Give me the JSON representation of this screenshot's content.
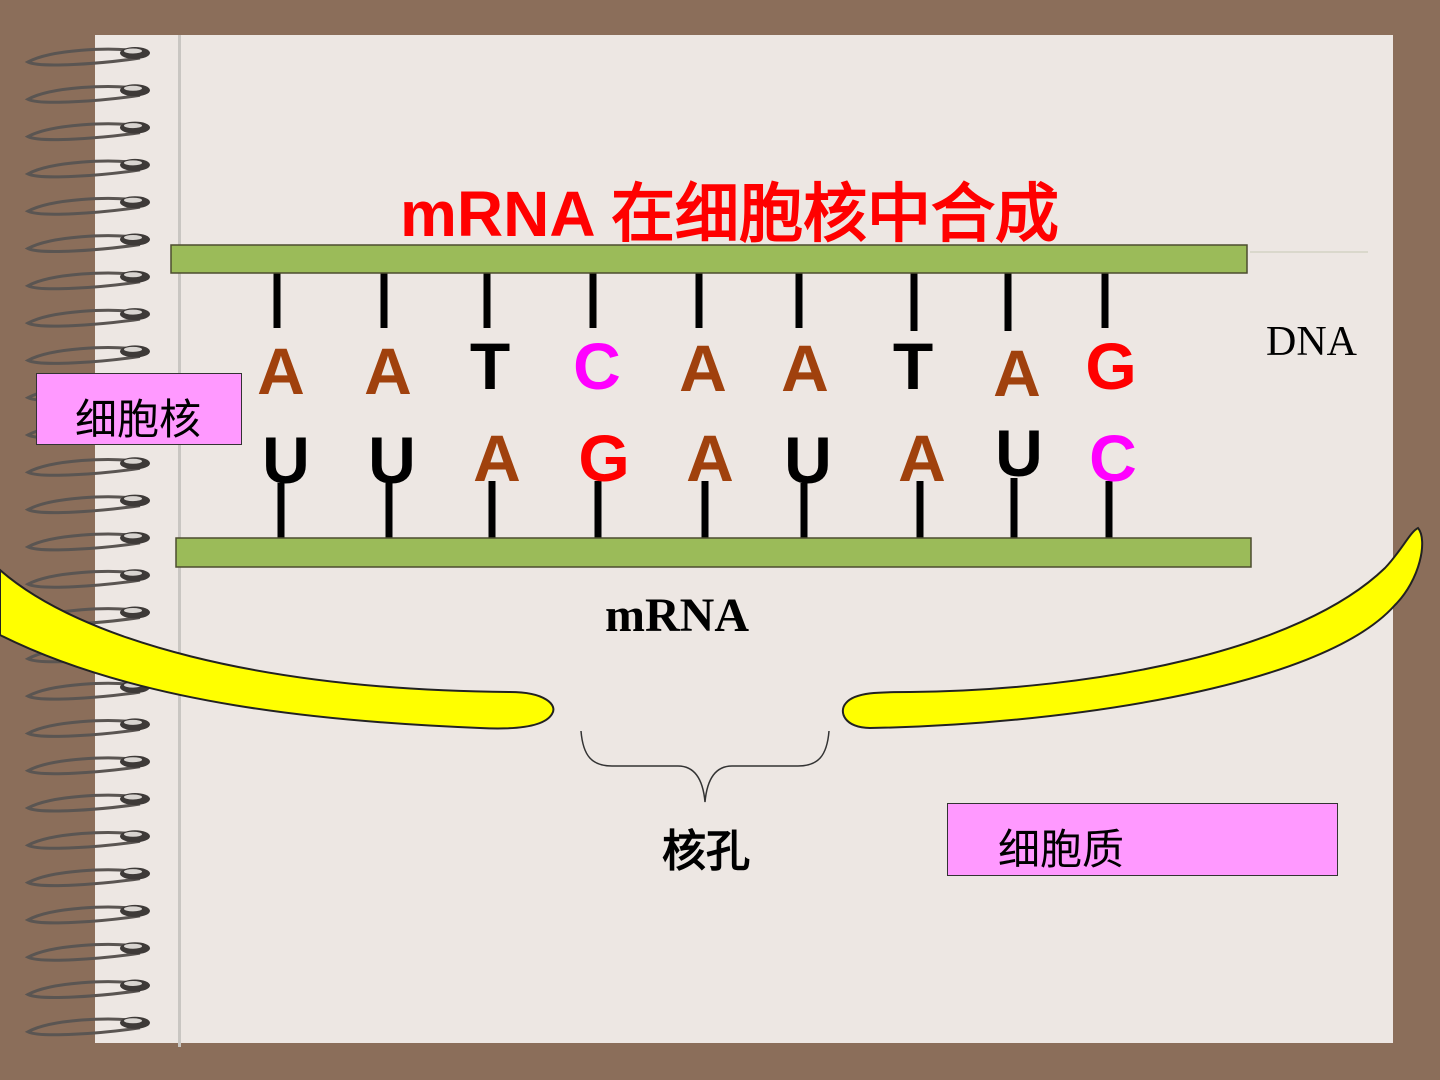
{
  "title": "mRNA 在细胞核中合成",
  "labels": {
    "dna": "DNA",
    "mrna": "mRNA",
    "nucleus": "细胞核",
    "nuclear_pore": "核孔",
    "cytoplasm": "细胞质"
  },
  "dna_bases": [
    "A",
    "A",
    "T",
    "C",
    "A",
    "A",
    "T",
    "A",
    "G"
  ],
  "mrna_bases": [
    "U",
    "U",
    "A",
    "G",
    "A",
    "U",
    "A",
    "U",
    "C"
  ],
  "colors": {
    "A": "#a0410d",
    "T": "#000000",
    "C": "#ff00ff",
    "G": "#ff0000",
    "U": "#000000",
    "strand": "#9bbb59",
    "membrane": "#ffff00",
    "box": "#ff99ff",
    "title": "#ff0000"
  }
}
